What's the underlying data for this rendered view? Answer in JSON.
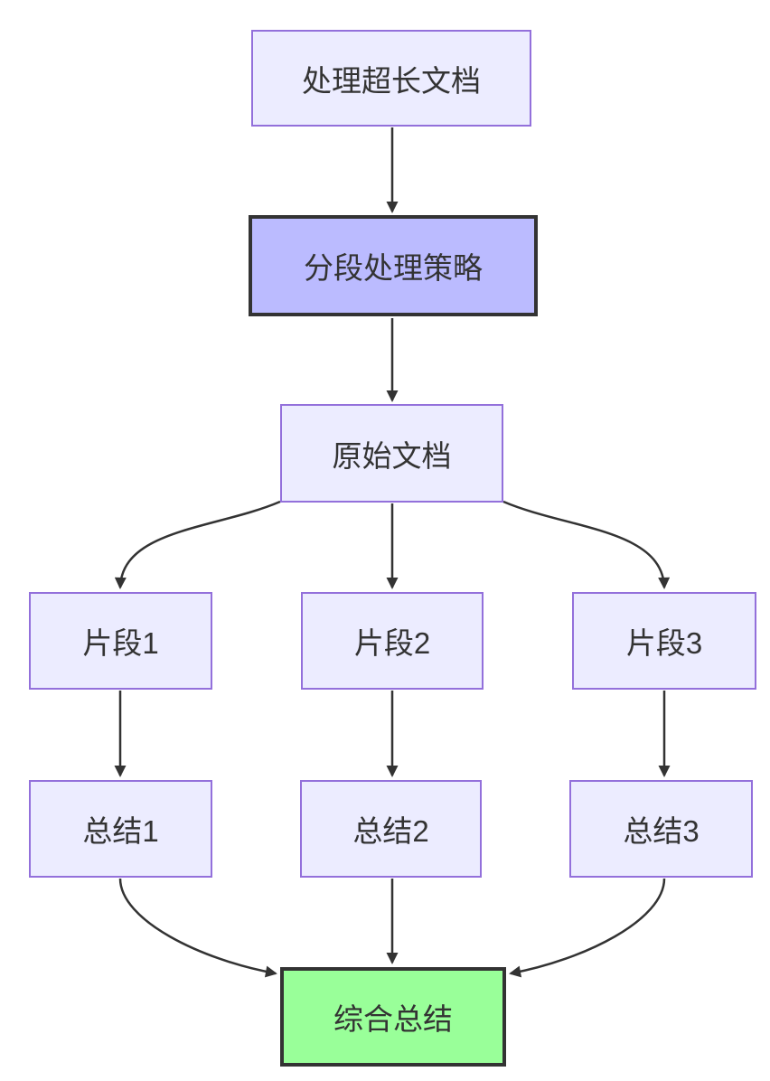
{
  "diagram": {
    "type": "flowchart",
    "direction": "top-down",
    "nodes": [
      {
        "id": "start",
        "label": "处理超长文档",
        "style": "default"
      },
      {
        "id": "strategy",
        "label": "分段处理策略",
        "style": "highlight-purple"
      },
      {
        "id": "doc",
        "label": "原始文档",
        "style": "default"
      },
      {
        "id": "chunk1",
        "label": "片段1",
        "style": "default"
      },
      {
        "id": "chunk2",
        "label": "片段2",
        "style": "default"
      },
      {
        "id": "chunk3",
        "label": "片段3",
        "style": "default"
      },
      {
        "id": "summary1",
        "label": "总结1",
        "style": "default"
      },
      {
        "id": "summary2",
        "label": "总结2",
        "style": "default"
      },
      {
        "id": "summary3",
        "label": "总结3",
        "style": "default"
      },
      {
        "id": "final",
        "label": "综合总结",
        "style": "highlight-green"
      }
    ],
    "edges": [
      {
        "from": "start",
        "to": "strategy"
      },
      {
        "from": "strategy",
        "to": "doc"
      },
      {
        "from": "doc",
        "to": "chunk1"
      },
      {
        "from": "doc",
        "to": "chunk2"
      },
      {
        "from": "doc",
        "to": "chunk3"
      },
      {
        "from": "chunk1",
        "to": "summary1"
      },
      {
        "from": "chunk2",
        "to": "summary2"
      },
      {
        "from": "chunk3",
        "to": "summary3"
      },
      {
        "from": "summary1",
        "to": "final"
      },
      {
        "from": "summary2",
        "to": "final"
      },
      {
        "from": "summary3",
        "to": "final"
      }
    ],
    "colors": {
      "node_fill": "#ECECFF",
      "node_border": "#9370DB",
      "highlight_fill": "#BBBBFF",
      "highlight_border": "#333333",
      "success_fill": "#99FF99",
      "success_border": "#333333",
      "edge": "#333333",
      "text": "#333333",
      "background": "#FFFFFF"
    }
  }
}
